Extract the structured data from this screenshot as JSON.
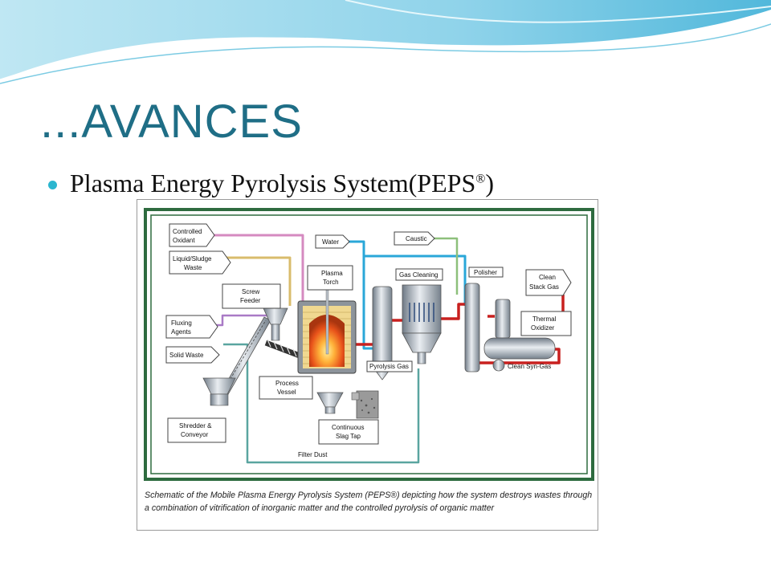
{
  "slide": {
    "title": "...AVANCES",
    "bullet_main": "Plasma Energy Pyrolysis System(PEPS",
    "bullet_reg": "®",
    "bullet_close": ")"
  },
  "diagram": {
    "labels": {
      "controlled_oxidant_1": "Controlled",
      "controlled_oxidant_2": "Oxidant",
      "liquid_sludge_1": "Liquid/Sludge",
      "liquid_sludge_2": "Waste",
      "screw_feeder_1": "Screw",
      "screw_feeder_2": "Feeder",
      "fluxing_agents_1": "Fluxing",
      "fluxing_agents_2": "Agents",
      "solid_waste": "Solid Waste",
      "shredder_1": "Shredder &",
      "shredder_2": "Conveyor",
      "water": "Water",
      "plasma_torch_1": "Plasma",
      "plasma_torch_2": "Torch",
      "process_vessel_1": "Process",
      "process_vessel_2": "Vessel",
      "slag_tap_1": "Continuous",
      "slag_tap_2": "Slag Tap",
      "filter_dust": "Filter Dust",
      "caustic": "Caustic",
      "gas_cleaning": "Gas Cleaning",
      "pyrolysis_gas": "Pyrolysis Gas",
      "polisher": "Polisher",
      "clean_stack_1": "Clean",
      "clean_stack_2": "Stack Gas",
      "thermal_oxidizer_1": "Thermal",
      "thermal_oxidizer_2": "Oxidizer",
      "clean_syngas": "Clean Syn-Gas"
    },
    "caption": "Schematic of the Mobile Plasma Energy Pyrolysis System (PEPS®) depicting how the system destroys wastes through a combination of vitrification of inorganic matter and the controlled pyrolysis of organic matter"
  },
  "colors": {
    "title": "#1f6e86",
    "bullet": "#2bb6cf",
    "frame_green": "#2e6b3f",
    "pipe_red": "#c8201f",
    "pipe_blue": "#2aa7d8",
    "pipe_teal": "#5aa5a0",
    "pipe_pink": "#d58ac0",
    "pipe_tan": "#d9bc6c",
    "pipe_purple": "#a97ac6",
    "pipe_green": "#8dc07b"
  }
}
